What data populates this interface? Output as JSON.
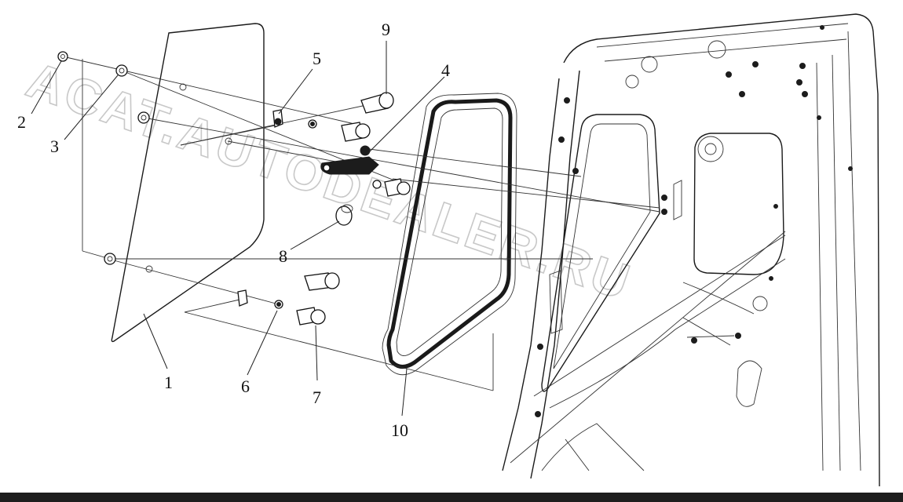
{
  "diagram": {
    "callouts": [
      {
        "id": "2",
        "label": "2"
      },
      {
        "id": "3",
        "label": "3"
      },
      {
        "id": "5",
        "label": "5"
      },
      {
        "id": "9",
        "label": "9"
      },
      {
        "id": "4",
        "label": "4"
      },
      {
        "id": "8",
        "label": "8"
      },
      {
        "id": "1",
        "label": "1"
      },
      {
        "id": "6",
        "label": "6"
      },
      {
        "id": "7",
        "label": "7"
      },
      {
        "id": "10",
        "label": "10"
      }
    ],
    "watermark": "ACAT.AUTODEALER.RU"
  },
  "colors": {
    "line": "#1a1a1a",
    "watermark": "#c8c8c8",
    "bar": "#1e1e1e"
  }
}
